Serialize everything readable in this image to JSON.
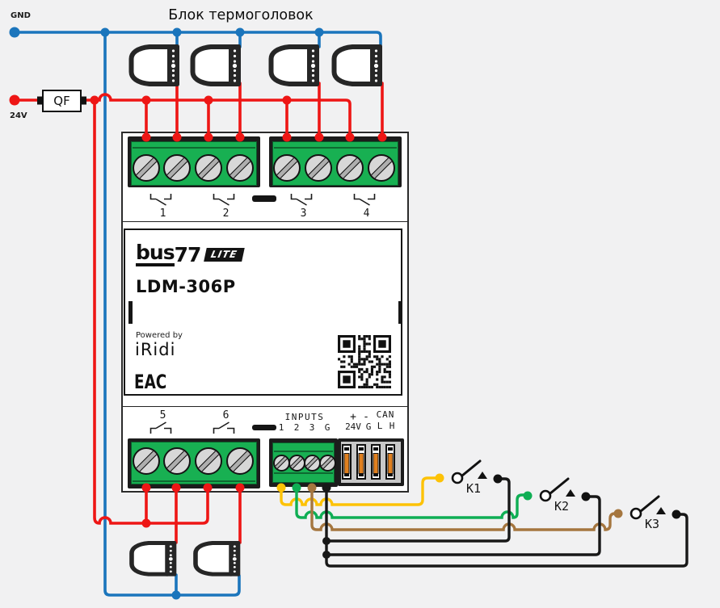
{
  "title": "Блок термоголовок",
  "power": {
    "gnd_label": "GND",
    "v24_label": "24V",
    "breaker_label": "QF"
  },
  "device": {
    "brand_bus": "bus",
    "brand_77": "77",
    "brand_badge": "LITE",
    "model": "LDM-306P",
    "powered_by": "Powered by",
    "powered_brand": "iRidi",
    "cert_mark": "EAC",
    "relay_top_labels": [
      "1",
      "2",
      "3",
      "4"
    ],
    "relay_bottom_labels": [
      "5",
      "6"
    ],
    "inputs_title": "INPUTS",
    "input_pin_labels": [
      "1",
      "2",
      "3",
      "G"
    ],
    "power_pins": {
      "plus": "+",
      "minus": "-",
      "v24": "24V",
      "g": "G"
    },
    "can": {
      "title": "CAN",
      "l": "L",
      "h": "H"
    }
  },
  "switches": [
    {
      "label": "K1",
      "wire_color": "yellow"
    },
    {
      "label": "K2",
      "wire_color": "green"
    },
    {
      "label": "K3",
      "wire_color": "brown"
    }
  ],
  "thermoheads": {
    "top_count": 4,
    "bottom_count": 2
  },
  "colors": {
    "red": "#ee1615",
    "blue": "#1b75bc",
    "yellow": "#fdc206",
    "green": "#0fae54",
    "brown": "#a5763f",
    "black": "#181818",
    "terminal_green": "#18b052"
  }
}
